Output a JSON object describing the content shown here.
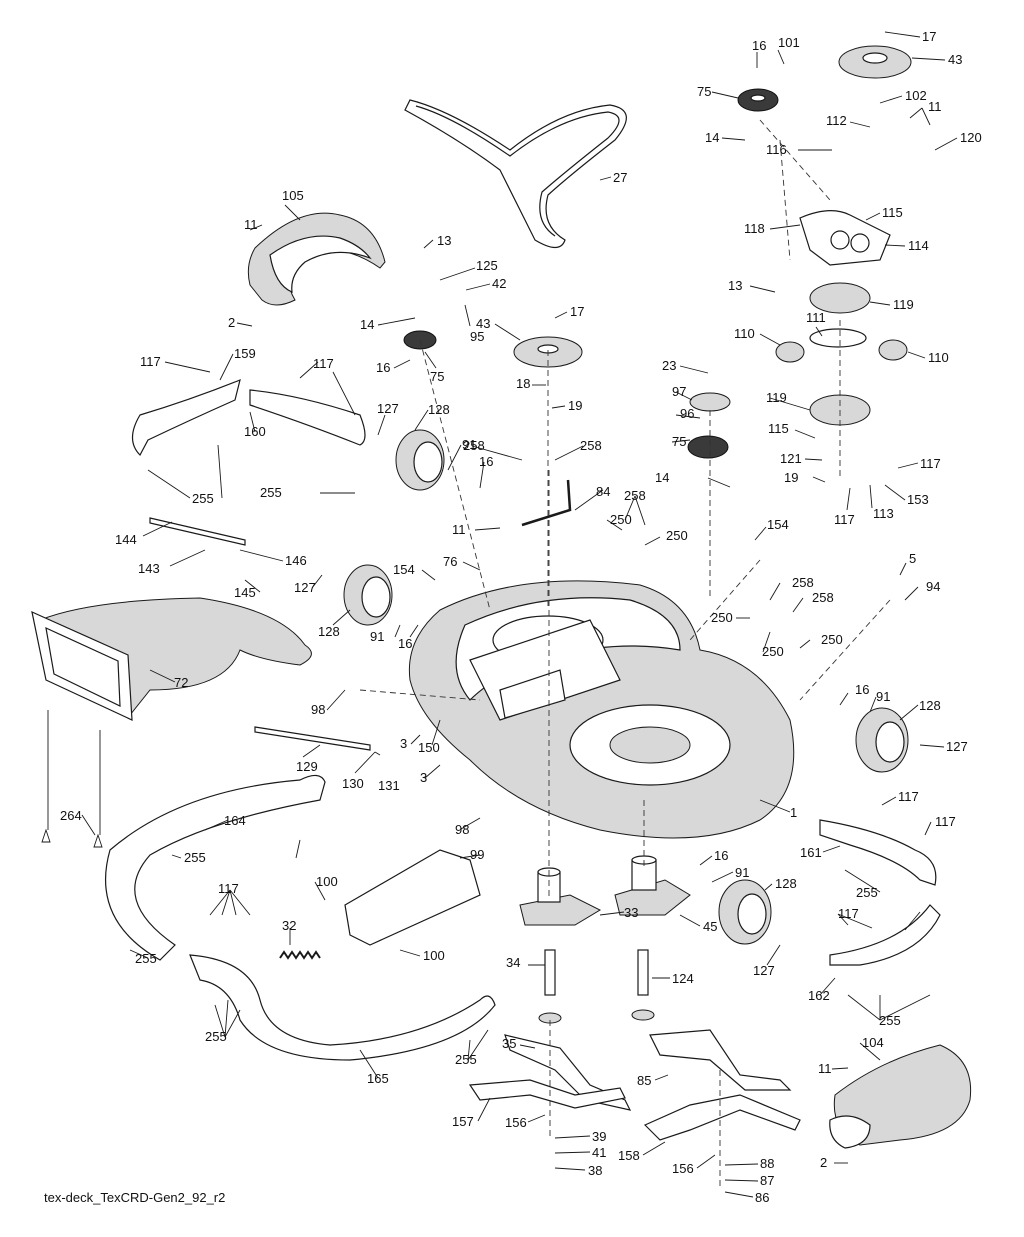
{
  "caption": "tex-deck_TexCRD-Gen2_92_r2",
  "callouts": [
    {
      "id": "c17a",
      "label": "17"
    },
    {
      "id": "c43a",
      "label": "43"
    },
    {
      "id": "c16a",
      "label": "16"
    },
    {
      "id": "c101",
      "label": "101"
    },
    {
      "id": "c75a",
      "label": "75"
    },
    {
      "id": "c102",
      "label": "102"
    },
    {
      "id": "c11a",
      "label": "11"
    },
    {
      "id": "c112",
      "label": "112"
    },
    {
      "id": "c14a",
      "label": "14"
    },
    {
      "id": "c116",
      "label": "116"
    },
    {
      "id": "c120",
      "label": "120"
    },
    {
      "id": "c27",
      "label": "27"
    },
    {
      "id": "c105",
      "label": "105"
    },
    {
      "id": "c118",
      "label": "118"
    },
    {
      "id": "c115a",
      "label": "115"
    },
    {
      "id": "c11b",
      "label": "11"
    },
    {
      "id": "c13a",
      "label": "13"
    },
    {
      "id": "c125",
      "label": "125"
    },
    {
      "id": "c42",
      "label": "42"
    },
    {
      "id": "c114",
      "label": "114"
    },
    {
      "id": "c13b",
      "label": "13"
    },
    {
      "id": "c119a",
      "label": "119"
    },
    {
      "id": "c2a",
      "label": "2"
    },
    {
      "id": "c14b",
      "label": "14"
    },
    {
      "id": "c95",
      "label": "95"
    },
    {
      "id": "c17b",
      "label": "17"
    },
    {
      "id": "c43b",
      "label": "43"
    },
    {
      "id": "c111",
      "label": "111"
    },
    {
      "id": "c110a",
      "label": "110"
    },
    {
      "id": "c110b",
      "label": "110"
    },
    {
      "id": "c16b",
      "label": "16"
    },
    {
      "id": "c75b",
      "label": "75"
    },
    {
      "id": "c117a",
      "label": "117"
    },
    {
      "id": "c159",
      "label": "159"
    },
    {
      "id": "c117b",
      "label": "117"
    },
    {
      "id": "c23",
      "label": "23"
    },
    {
      "id": "c18",
      "label": "18"
    },
    {
      "id": "c97",
      "label": "97"
    },
    {
      "id": "c119b",
      "label": "119"
    },
    {
      "id": "c19a",
      "label": "19"
    },
    {
      "id": "c127a",
      "label": "127"
    },
    {
      "id": "c128a",
      "label": "128"
    },
    {
      "id": "c96",
      "label": "96"
    },
    {
      "id": "c115b",
      "label": "115"
    },
    {
      "id": "c160",
      "label": "160"
    },
    {
      "id": "c91a",
      "label": "91"
    },
    {
      "id": "c258a",
      "label": "258"
    },
    {
      "id": "c258b",
      "label": "258"
    },
    {
      "id": "c75c",
      "label": "75"
    },
    {
      "id": "c121",
      "label": "121"
    },
    {
      "id": "c117c",
      "label": "117"
    },
    {
      "id": "c16c",
      "label": "16"
    },
    {
      "id": "c255a",
      "label": "255"
    },
    {
      "id": "c255b",
      "label": "255"
    },
    {
      "id": "c14c",
      "label": "14"
    },
    {
      "id": "c19b",
      "label": "19"
    },
    {
      "id": "c153",
      "label": "153"
    },
    {
      "id": "c84",
      "label": "84"
    },
    {
      "id": "c258c",
      "label": "258"
    },
    {
      "id": "c113",
      "label": "113"
    },
    {
      "id": "c11c",
      "label": "11"
    },
    {
      "id": "c250a",
      "label": "250"
    },
    {
      "id": "c117d",
      "label": "117"
    },
    {
      "id": "c144",
      "label": "144"
    },
    {
      "id": "c250b",
      "label": "250"
    },
    {
      "id": "c154a",
      "label": "154"
    },
    {
      "id": "c146",
      "label": "146"
    },
    {
      "id": "c76",
      "label": "76"
    },
    {
      "id": "c5",
      "label": "5"
    },
    {
      "id": "c143",
      "label": "143"
    },
    {
      "id": "c127b",
      "label": "127"
    },
    {
      "id": "c154b",
      "label": "154"
    },
    {
      "id": "c94",
      "label": "94"
    },
    {
      "id": "c145",
      "label": "145"
    },
    {
      "id": "c258d",
      "label": "258"
    },
    {
      "id": "c258e",
      "label": "258"
    },
    {
      "id": "c250c",
      "label": "250"
    },
    {
      "id": "c128b",
      "label": "128"
    },
    {
      "id": "c91b",
      "label": "91"
    },
    {
      "id": "c16d",
      "label": "16"
    },
    {
      "id": "c250d",
      "label": "250"
    },
    {
      "id": "c250e",
      "label": "250"
    },
    {
      "id": "c72",
      "label": "72"
    },
    {
      "id": "c98a",
      "label": "98"
    },
    {
      "id": "c16e",
      "label": "16"
    },
    {
      "id": "c91c",
      "label": "91"
    },
    {
      "id": "c128c",
      "label": "128"
    },
    {
      "id": "c3a",
      "label": "3"
    },
    {
      "id": "c150",
      "label": "150"
    },
    {
      "id": "c127c",
      "label": "127"
    },
    {
      "id": "c129",
      "label": "129"
    },
    {
      "id": "c130",
      "label": "130"
    },
    {
      "id": "c131",
      "label": "131"
    },
    {
      "id": "c3b",
      "label": "3"
    },
    {
      "id": "c1",
      "label": "1"
    },
    {
      "id": "c264",
      "label": "264"
    },
    {
      "id": "c98b",
      "label": "98"
    },
    {
      "id": "c117e",
      "label": "117"
    },
    {
      "id": "c117f",
      "label": "117"
    },
    {
      "id": "c164",
      "label": "164"
    },
    {
      "id": "c255c",
      "label": "255"
    },
    {
      "id": "c99",
      "label": "99"
    },
    {
      "id": "c16f",
      "label": "16"
    },
    {
      "id": "c161",
      "label": "161"
    },
    {
      "id": "c91d",
      "label": "91"
    },
    {
      "id": "c128d",
      "label": "128"
    },
    {
      "id": "c255d",
      "label": "255"
    },
    {
      "id": "c100a",
      "label": "100"
    },
    {
      "id": "c117g",
      "label": "117"
    },
    {
      "id": "c117h",
      "label": "117"
    },
    {
      "id": "c33",
      "label": "33"
    },
    {
      "id": "c45",
      "label": "45"
    },
    {
      "id": "c32",
      "label": "32"
    },
    {
      "id": "c255e",
      "label": "255"
    },
    {
      "id": "c100b",
      "label": "100"
    },
    {
      "id": "c127d",
      "label": "127"
    },
    {
      "id": "c34",
      "label": "34"
    },
    {
      "id": "c124",
      "label": "124"
    },
    {
      "id": "c162",
      "label": "162"
    },
    {
      "id": "c255f",
      "label": "255"
    },
    {
      "id": "c255g",
      "label": "255"
    },
    {
      "id": "c255h",
      "label": "255"
    },
    {
      "id": "c35",
      "label": "35"
    },
    {
      "id": "c104",
      "label": "104"
    },
    {
      "id": "c165",
      "label": "165"
    },
    {
      "id": "c85",
      "label": "85"
    },
    {
      "id": "c11d",
      "label": "11"
    },
    {
      "id": "c157",
      "label": "157"
    },
    {
      "id": "c156a",
      "label": "156"
    },
    {
      "id": "c39",
      "label": "39"
    },
    {
      "id": "c41",
      "label": "41"
    },
    {
      "id": "c38",
      "label": "38"
    },
    {
      "id": "c158",
      "label": "158"
    },
    {
      "id": "c156b",
      "label": "156"
    },
    {
      "id": "c88",
      "label": "88"
    },
    {
      "id": "c87",
      "label": "87"
    },
    {
      "id": "c2b",
      "label": "2"
    },
    {
      "id": "c86",
      "label": "86"
    }
  ]
}
